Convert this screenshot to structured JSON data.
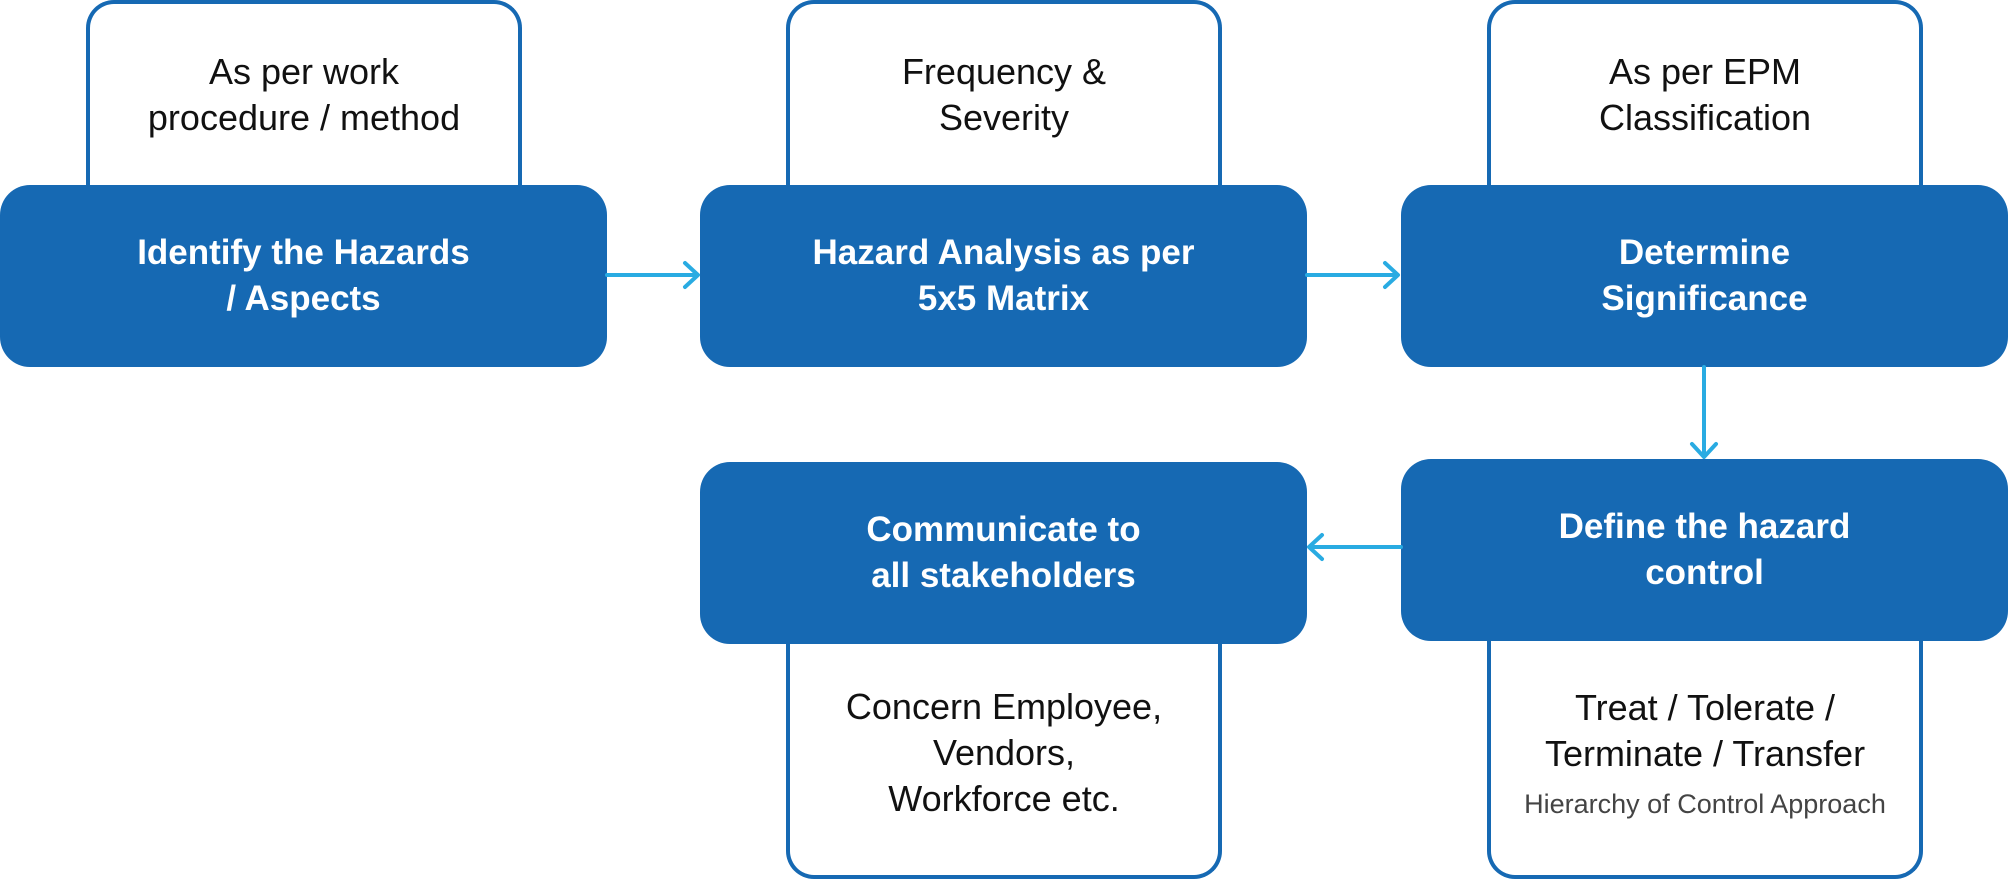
{
  "steps": {
    "identify": [
      "Identify the Hazards",
      "/ Aspects"
    ],
    "analysis": [
      "Hazard Analysis as per",
      "5x5 Matrix"
    ],
    "significance": [
      "Determine",
      "Significance"
    ],
    "define": [
      "Define the hazard",
      "control"
    ],
    "communicate": [
      "Communicate to",
      "all stakeholders"
    ]
  },
  "notes": {
    "identify": [
      "As per work",
      "procedure / method"
    ],
    "analysis": [
      "Frequency &",
      "Severity"
    ],
    "significance": [
      "As per EPM",
      "Classification"
    ],
    "define": [
      "Treat / Tolerate /",
      "Terminate / Transfer"
    ],
    "define_sub": "Hierarchy of Control Approach",
    "communicate": [
      "Concern Employee,",
      "Vendors,",
      "Workforce etc."
    ]
  },
  "colors": {
    "box_fill": "#1669b3",
    "box_outline": "#1669b3",
    "arrow": "#29abe2"
  }
}
